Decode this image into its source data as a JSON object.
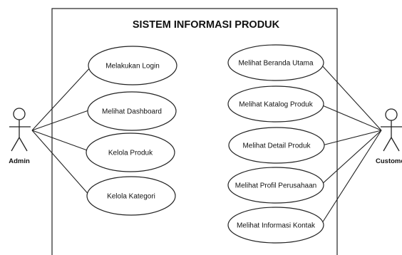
{
  "diagram": {
    "title": "SISTEM INFORMASI PRODUK",
    "actors": {
      "admin": {
        "label": "Admin"
      },
      "customer": {
        "label": "Customer"
      }
    },
    "use_cases": {
      "admin": [
        "Melakukan Login",
        "Melihat Dashboard",
        "Kelola Produk",
        "Kelola Kategori"
      ],
      "customer": [
        "Melihat Beranda Utama",
        "Melihat Katalog Produk",
        "Melihat Detail Produk",
        "Melihat Profil Perusahaan",
        "Melihat Informasi Kontak"
      ]
    }
  }
}
